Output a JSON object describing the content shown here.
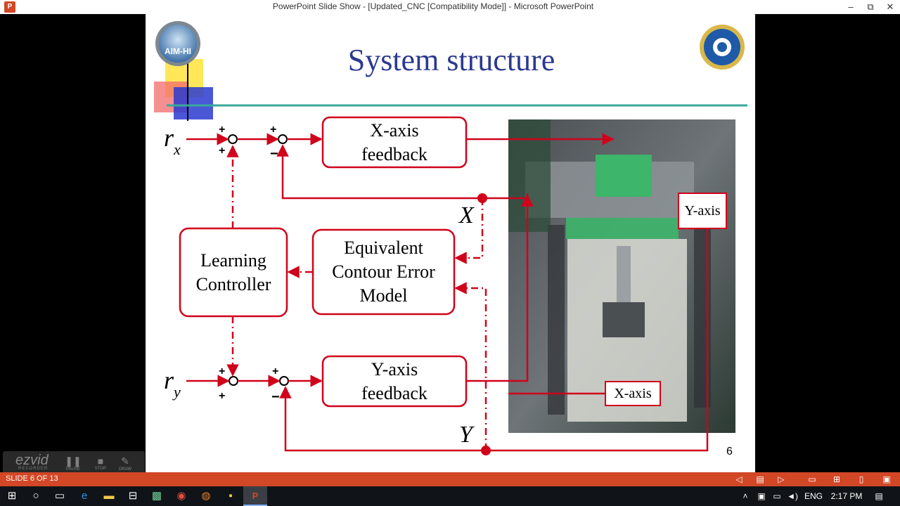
{
  "window": {
    "title": "PowerPoint Slide Show - [Updated_CNC [Compatibility Mode]] - Microsoft PowerPoint",
    "app_icon": "P",
    "minimize": "–",
    "restore": "⧉",
    "close": "✕"
  },
  "slide": {
    "title": "System structure",
    "number": "6",
    "logo_left_text": "AIM-HI",
    "blocks": {
      "x_feedback": [
        "X-axis",
        "feedback"
      ],
      "y_feedback": [
        "Y-axis",
        "feedback"
      ],
      "learning": [
        "Learning",
        "Controller"
      ],
      "ecem": [
        "Equivalent",
        "Contour Error",
        "Model"
      ]
    },
    "inputs": {
      "rx": "r",
      "rx_sub": "x",
      "ry": "r",
      "ry_sub": "y"
    },
    "outputs": {
      "x": "X",
      "y": "Y"
    },
    "signs": {
      "plus": "+",
      "minus": "−"
    },
    "photo_labels": {
      "y_axis": "Y-axis",
      "x_axis": "X-axis"
    },
    "colors": {
      "line": "#d0021b",
      "title": "#2b3990"
    }
  },
  "recorder": {
    "logo": "ezvid",
    "sub": "RECORDER",
    "pause": "PAUSE",
    "stop": "STOP",
    "draw": "DRAW"
  },
  "statusbar": {
    "slide_indicator": "SLIDE 6 OF 13"
  },
  "taskbar": {
    "language": "ENG",
    "time": "2:17 PM"
  }
}
